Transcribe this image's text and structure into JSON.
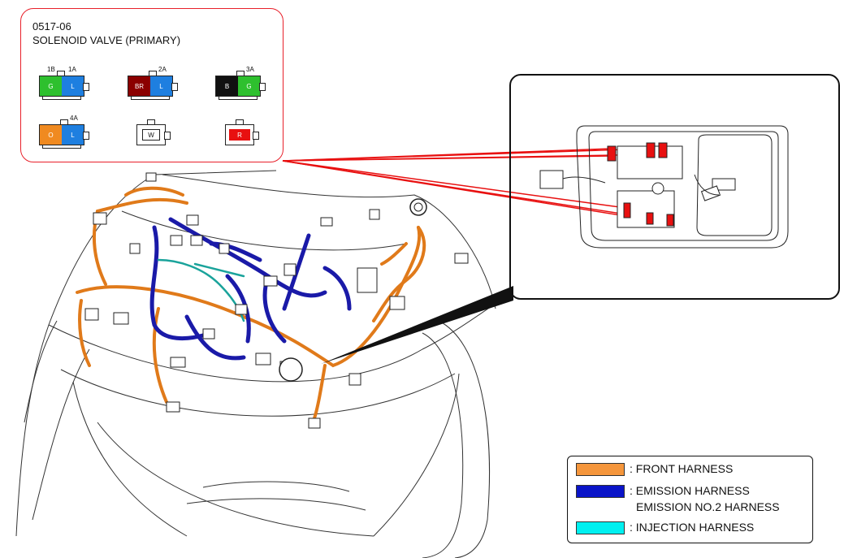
{
  "callout": {
    "code": "0517-06",
    "title": "SOLENOID VALVE (PRIMARY)",
    "connectors": [
      {
        "pins": [
          "1B",
          "1A"
        ],
        "cells": [
          {
            "label": "G",
            "color": "#2ec02e"
          },
          {
            "label": "L",
            "color": "#1e7fe0"
          }
        ]
      },
      {
        "pins": [
          "2A"
        ],
        "cells": [
          {
            "label": "BR",
            "color": "#8b0000"
          },
          {
            "label": "L",
            "color": "#1e7fe0"
          }
        ]
      },
      {
        "pins": [
          "3A"
        ],
        "cells": [
          {
            "label": "B",
            "color": "#111111"
          },
          {
            "label": "G",
            "color": "#2ec02e"
          }
        ]
      },
      {
        "pins": [
          "4A"
        ],
        "cells": [
          {
            "label": "O",
            "color": "#f08a20"
          },
          {
            "label": "L",
            "color": "#1e7fe0"
          }
        ]
      },
      {
        "pins": [],
        "cells": [
          {
            "label": "W",
            "color": "#ffffff"
          }
        ]
      },
      {
        "pins": [],
        "cells": [
          {
            "label": "R",
            "color": "#e81010"
          }
        ]
      }
    ]
  },
  "legend": {
    "items": [
      {
        "label": ": FRONT HARNESS",
        "color": "#f5963c"
      },
      {
        "label": ": EMISSION HARNESS",
        "label2": "EMISSION NO.2 HARNESS",
        "color": "#0a14c8"
      },
      {
        "label": ": INJECTION HARNESS",
        "color": "#00f0f0"
      }
    ]
  },
  "harness_colors": {
    "front": "#f5963c",
    "emission": "#1a1aa8",
    "injection": "#1aa39b",
    "leader": "#e81010"
  }
}
